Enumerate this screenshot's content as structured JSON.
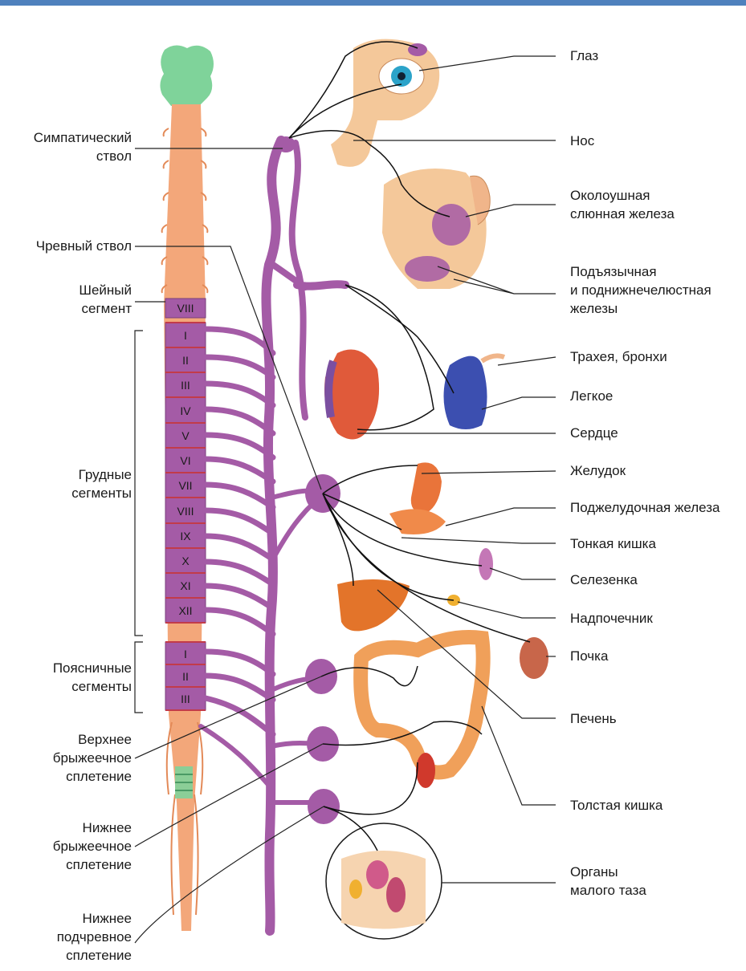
{
  "left_labels": {
    "sympathetic_trunk": [
      "Симпатический",
      "ствол"
    ],
    "celiac_trunk": [
      "Чревный ствол"
    ],
    "cervical_segment": [
      "Шейный",
      "сегмент"
    ],
    "thoracic_segments": [
      "Грудные",
      "сегменты"
    ],
    "lumbar_segments": [
      "Поясничные",
      "сегменты"
    ],
    "superior_mesenteric_plexus": [
      "Верхнее",
      "брыжеечное",
      "сплетение"
    ],
    "inferior_mesenteric_plexus": [
      "Нижнее",
      "брыжеечное",
      "сплетение"
    ],
    "inferior_hypogastric_plexus": [
      "Нижнее",
      "подчревное",
      "сплетение"
    ]
  },
  "right_labels": {
    "eye": [
      "Глаз"
    ],
    "nose": [
      "Нос"
    ],
    "parotid": [
      "Околоушная",
      "слюнная железа"
    ],
    "sublingual": [
      "Подъязычная",
      "и поднижнечелюстная",
      "железы"
    ],
    "trachea": [
      "Трахея, бронхи"
    ],
    "lung": [
      "Легкое"
    ],
    "heart": [
      "Сердце"
    ],
    "stomach": [
      "Желудок"
    ],
    "pancreas": [
      "Поджелудочная железа"
    ],
    "small_intestine": [
      "Тонкая кишка"
    ],
    "spleen": [
      "Селезенка"
    ],
    "adrenal": [
      "Надпочечник"
    ],
    "kidney": [
      "Почка"
    ],
    "liver": [
      "Печень"
    ],
    "colon": [
      "Толстая кишка"
    ],
    "pelvic_organs": [
      "Органы",
      "малого таза"
    ]
  },
  "segment_numerals": {
    "cervical": "VIII",
    "thoracic": [
      "I",
      "II",
      "III",
      "IV",
      "V",
      "VI",
      "VII",
      "VIII",
      "IX",
      "X",
      "XI",
      "XII"
    ],
    "lumbar": [
      "I",
      "II",
      "III"
    ]
  },
  "colors": {
    "nerve": "#a45ba6",
    "spinal_cord": "#f3a77a",
    "brain": "#7fd39a",
    "organ": "#e9743a",
    "lung": "#3c4fb0",
    "header_bar": "#4f81bd"
  }
}
